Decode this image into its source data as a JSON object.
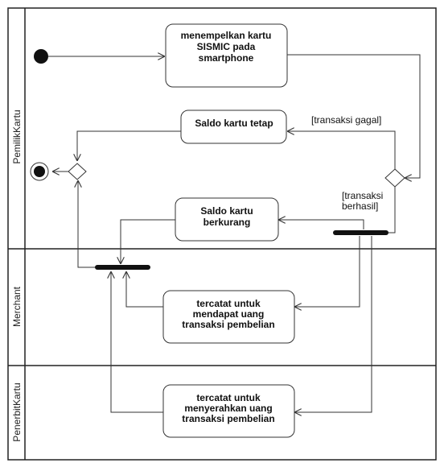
{
  "lanes": [
    {
      "name": "PemilikKartu"
    },
    {
      "name": "Merchant"
    },
    {
      "name": "PenerbitKartu"
    }
  ],
  "activities": {
    "tap_card": [
      "menempelkan kartu",
      "SISMIC pada",
      "smartphone"
    ],
    "balance_fixed": [
      "Saldo kartu tetap"
    ],
    "balance_reduced": [
      "Saldo kartu",
      "berkurang"
    ],
    "merchant_record": [
      "tercatat untuk",
      "mendapat uang",
      "transaksi pembelian"
    ],
    "issuer_record": [
      "tercatat untuk",
      "menyerahkan uang",
      "transaksi pembelian"
    ]
  },
  "guards": {
    "failed": "[transaksi gagal]",
    "success_line1": "[transaksi",
    "success_line2": "berhasil]"
  },
  "nodes": [
    "initial-node",
    "final-node",
    "decision-node",
    "merge-node",
    "fork-bar",
    "join-bar"
  ]
}
